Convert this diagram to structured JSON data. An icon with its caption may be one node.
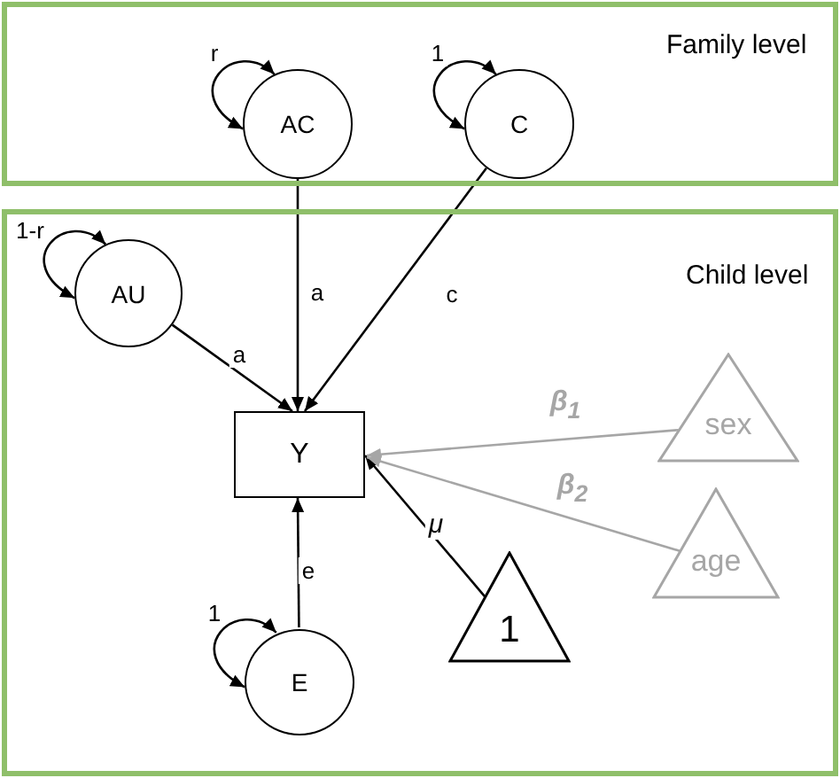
{
  "diagram": {
    "nodes": [
      {
        "text": [
          "Family level"
        ]
      },
      {
        "text": [
          "AC"
        ],
        "in": 0
      },
      {
        "text": [
          "C"
        ],
        "in": 0
      },
      {
        "text": [
          "Child level"
        ]
      },
      {
        "text": [
          "AU"
        ],
        "in": 3
      },
      {
        "text": [
          "Y"
        ],
        "in": 3
      },
      {
        "text": [
          "sex"
        ],
        "in": 3
      },
      {
        "text": [
          "age"
        ],
        "in": 3
      },
      {
        "text": [
          "1"
        ],
        "in": 3
      },
      {
        "text": [
          "E"
        ],
        "in": 3
      }
    ],
    "edges": [
      {
        "from": 1,
        "to": 1,
        "arrow": "both",
        "label": "r"
      },
      {
        "from": 2,
        "to": 2,
        "arrow": "both",
        "label": "1"
      },
      {
        "from": 4,
        "to": 4,
        "arrow": "both",
        "label": "1-r"
      },
      {
        "from": 9,
        "to": 9,
        "arrow": "both",
        "label": "1"
      },
      {
        "from": 1,
        "to": 5,
        "arrow": "to",
        "label": "a"
      },
      {
        "from": 2,
        "to": 5,
        "arrow": "to",
        "label": "c"
      },
      {
        "from": 4,
        "to": 5,
        "arrow": "to",
        "label": "a"
      },
      {
        "from": 9,
        "to": 5,
        "arrow": "to",
        "label": "e"
      },
      {
        "from": 8,
        "to": 5,
        "arrow": "to",
        "label": "μ"
      },
      {
        "from": 6,
        "to": 5,
        "arrow": "to",
        "label": "β$_{1}$",
        "color": "#a6a6a6"
      },
      {
        "from": 7,
        "to": 5,
        "arrow": "to",
        "label": "β$_{2}$",
        "color": "#a6a6a6"
      }
    ]
  }
}
